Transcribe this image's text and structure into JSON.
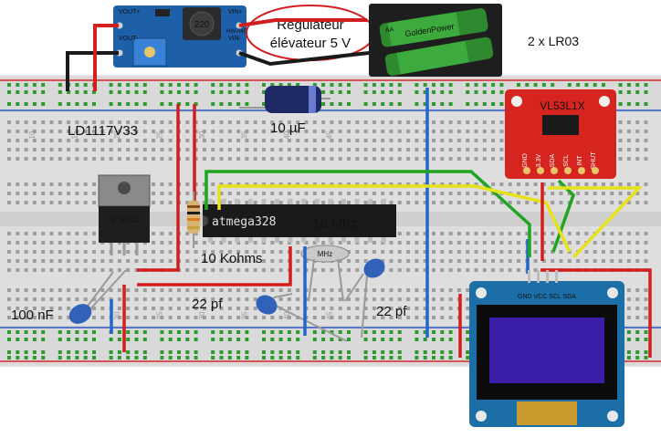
{
  "labels": {
    "regulator_line1": "Régulateur",
    "regulator_line2": "élévateur 5 V",
    "batteries": "2 x LR03",
    "ldo": "LD1117V33",
    "cap_10uf": "10 µF",
    "freq": "16 Mhz",
    "resistor": "10 Kohms",
    "cap_100nf": "100 nF",
    "cap_22pf_left": "22 pf",
    "cap_22pf_right": "22 pf"
  },
  "components": {
    "chip_name": "atmega328",
    "sensor_name": "VL53L1X",
    "sensor_pins": [
      "GND",
      "3.3V",
      "SDA",
      "SCL",
      "INT",
      "SHUT"
    ],
    "oled_pins": "GND VCC SCL SDA",
    "vreg_text": "V REG",
    "crystal_text": "MHz",
    "boost_pins": [
      "VOUT+",
      "VOUT-",
      "VIN+",
      "VIN-"
    ],
    "inductor_text": "220",
    "boost_model": "HW-045",
    "battery_brand": "GoldenPower",
    "battery_aa": "AA"
  },
  "board": {
    "column_numbers": [
      "10",
      "15",
      "20",
      "25",
      "30",
      "35",
      "40",
      "45"
    ]
  },
  "colors": {
    "breadboard": "#dcdcdc",
    "rail_red": "#d22b2b",
    "rail_blue": "#2b55c8",
    "hole_green": "#2e9a2e",
    "boost_board": "#1d5fa8",
    "sensor_board": "#d6251f",
    "oled_board": "#1c6fa6",
    "oled_screen": "#3a1ea8",
    "chip": "#1a1a1a",
    "wire_red": "#d11f1f",
    "wire_blue": "#2466c8",
    "wire_green": "#1fa51f",
    "wire_yellow": "#e6e21a",
    "wire_grey": "#9a9a9a",
    "wire_black": "#1a1a1a"
  }
}
